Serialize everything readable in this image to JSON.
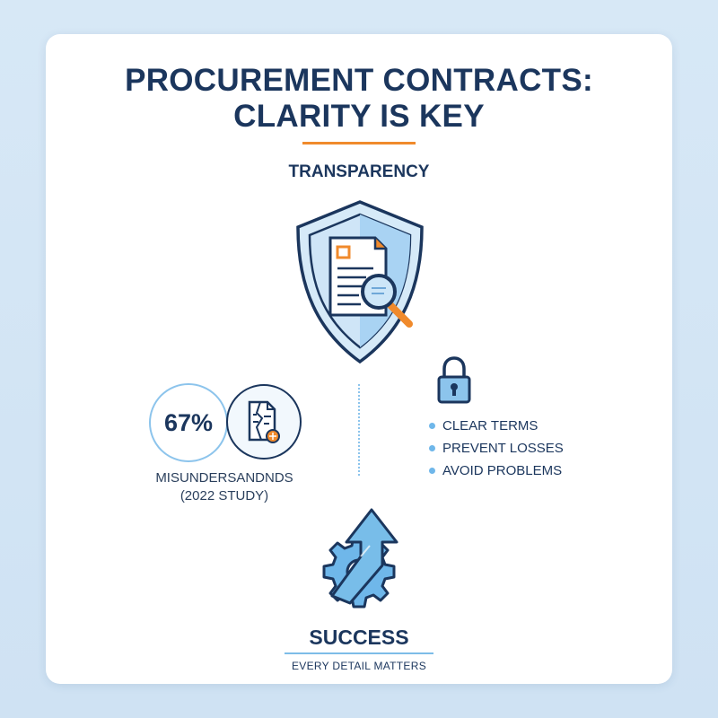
{
  "title": {
    "line1": "PROCUREMENT CONTRACTS:",
    "line2": "CLARITY IS KEY"
  },
  "subtitle": "TRANSPARENCY",
  "stat": {
    "value": "67%",
    "label_line1": "MISUNDERSANDNDS",
    "label_line2": "(2022 STUDY)"
  },
  "benefits": [
    {
      "label": "CLEAR TERMS"
    },
    {
      "label": "PREVENT LOSSES"
    },
    {
      "label": "AVOID PROBLEMS"
    }
  ],
  "footer": {
    "title": "SUCCESS",
    "tagline": "EVERY DETAIL MATTERS"
  },
  "icons": {
    "shield": "shield-document-magnifier-icon",
    "lock": "lock-icon",
    "torn_document": "torn-document-icon",
    "success": "arrow-gear-icon"
  },
  "colors": {
    "navy": "#1b365d",
    "light_blue": "#8cc4ec",
    "accent_orange": "#f08a2c",
    "background": "#d7e8f6"
  }
}
